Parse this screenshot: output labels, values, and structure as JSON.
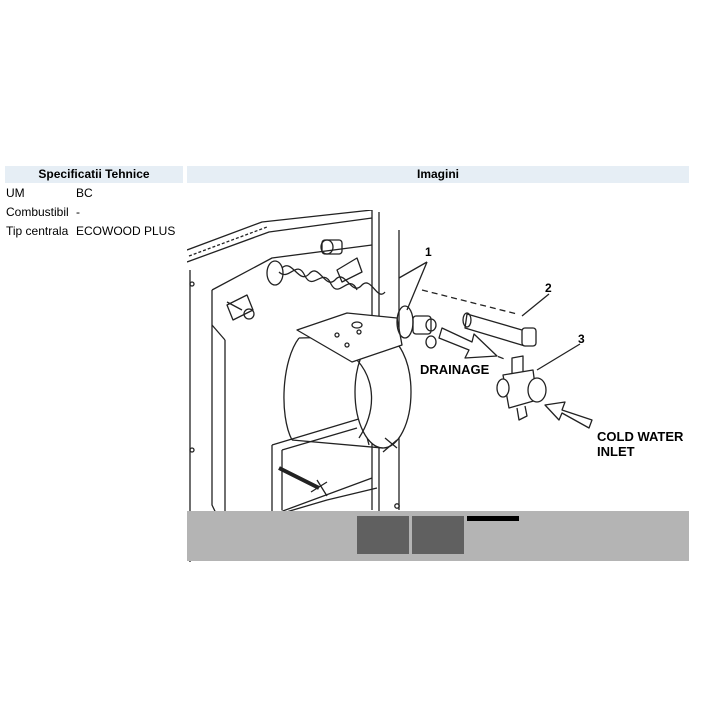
{
  "table": {
    "headers": {
      "spec": "Specificatii Tehnice",
      "images": "Imagini"
    },
    "rows": [
      {
        "key": "UM",
        "value": "BC"
      },
      {
        "key": "Combustibil",
        "value": "-"
      },
      {
        "key": "Tip centrala",
        "value": "ECOWOOD PLUS"
      }
    ]
  },
  "diagram": {
    "callouts": [
      "1",
      "2",
      "3"
    ],
    "labels": {
      "drainage": "DRAINAGE",
      "cold_water_line1": "COLD WATER",
      "cold_water_line2": "INLET"
    }
  },
  "gallery": {
    "thumbnails": [
      "thumb-1",
      "thumb-2"
    ],
    "colors": {
      "bar": "#b4b4b4",
      "thumb": "#606060",
      "indicator": "#000000"
    }
  }
}
